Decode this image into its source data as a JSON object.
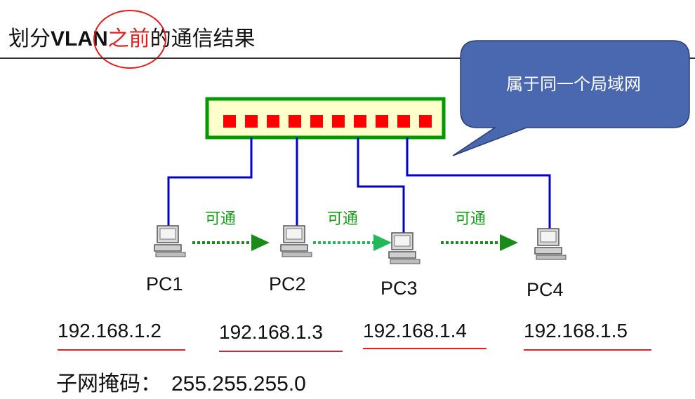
{
  "title": {
    "part1": "划分",
    "part2": "VLAN",
    "highlight": "之前",
    "part3": "的通信结果"
  },
  "callout": "属于同一个局域网",
  "pcs": [
    {
      "name": "PC1",
      "ip": "192.168.1.2"
    },
    {
      "name": "PC2",
      "ip": "192.168.1.3"
    },
    {
      "name": "PC3",
      "ip": "192.168.1.4"
    },
    {
      "name": "PC4",
      "ip": "192.168.1.5"
    }
  ],
  "links": [
    {
      "label": "可通"
    },
    {
      "label": "可通"
    },
    {
      "label": "可通"
    }
  ],
  "subnet": {
    "label": "子网掩码：",
    "value": "255.255.255.0"
  },
  "colors": {
    "accent": "#e02020",
    "switch_fill": "#ffffcc",
    "switch_border": "#009900",
    "port": "#ff0000",
    "cable": "#0000cc",
    "arrow": "#1a9a1a",
    "callout": "#4a68b0"
  }
}
